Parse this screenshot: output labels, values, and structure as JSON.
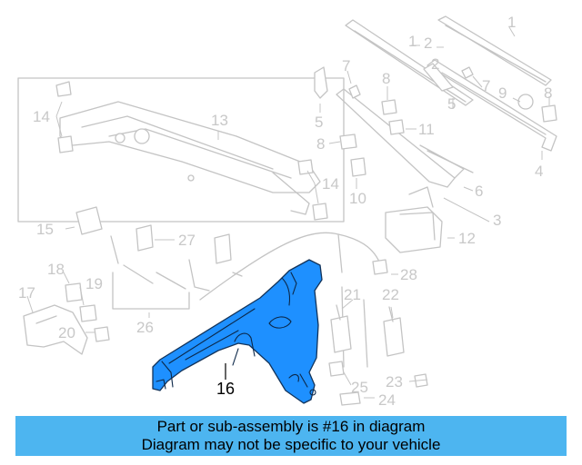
{
  "diagram": {
    "highlighted_part": "16",
    "highlight_color": "#1e90ff",
    "callouts": {
      "c1": "1",
      "c2a": "2",
      "c12": "1",
      "c2b": "2",
      "c7a": "7",
      "c8a": "8",
      "c5a": "5",
      "c7b": "7",
      "c9": "9",
      "c8b": "8",
      "c5b": "5",
      "c8c": "8",
      "c11": "11",
      "c4": "4",
      "c14a": "14",
      "c13": "13",
      "c14b": "14",
      "c10": "10",
      "c6": "6",
      "c3": "3",
      "c12b": "12",
      "c15": "15",
      "c27": "27",
      "c18": "18",
      "c19": "19",
      "c17": "17",
      "c26": "26",
      "c20": "20",
      "c28": "28",
      "c21": "21",
      "c22": "22",
      "c23": "23",
      "c25": "25",
      "c24": "24",
      "c16": "16"
    }
  },
  "banner": {
    "line1": "Part or sub-assembly is #16 in diagram",
    "line2": "Diagram may not be specific to your vehicle",
    "color": "#4db5f0"
  }
}
